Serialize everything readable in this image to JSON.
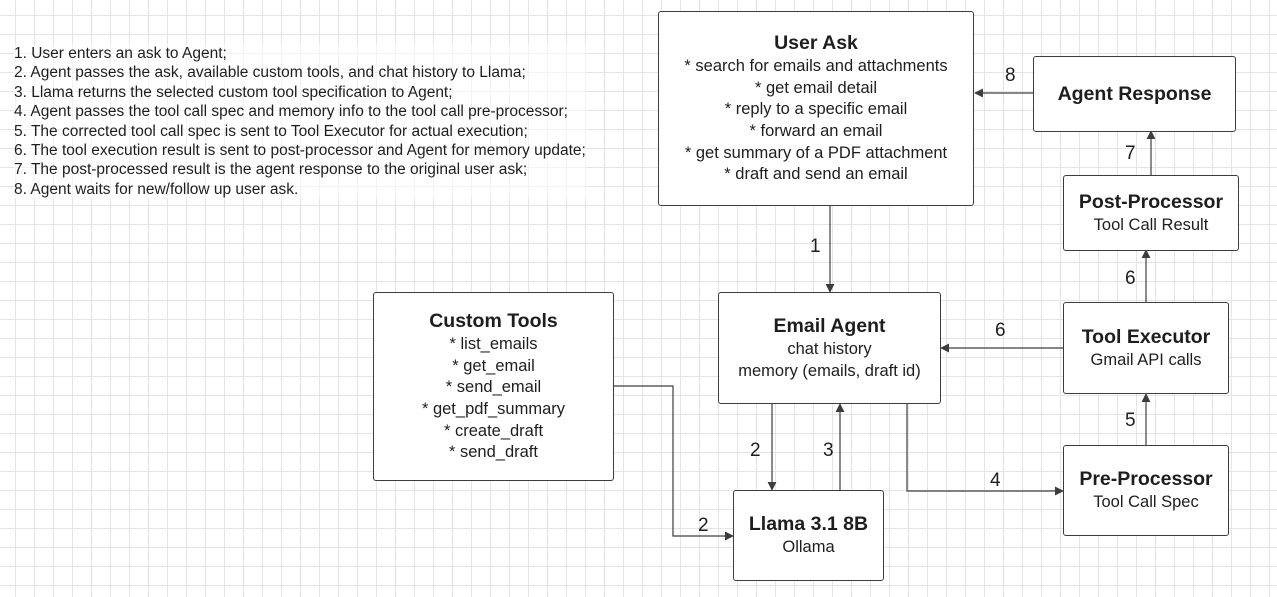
{
  "steps": [
    "1. User enters an ask to Agent;",
    "2. Agent passes the ask, available custom tools, and chat history to Llama;",
    "3. Llama returns the selected custom tool specification to Agent;",
    "4. Agent passes the tool call spec and memory info to the tool call pre-processor;",
    "5. The corrected tool call spec is sent to Tool Executor for actual execution;",
    "6. The tool execution result is sent to post-processor and Agent for memory update;",
    "7. The post-processed result is the agent response to the original user ask;",
    "8. Agent waits for new/follow up user ask."
  ],
  "user_ask": {
    "title": "User Ask",
    "lines": [
      "* search for emails and attachments",
      "* get email detail",
      "* reply to a specific email",
      "* forward an email",
      "* get summary of a PDF attachment",
      "* draft and send an email"
    ]
  },
  "agent_response": {
    "title": "Agent Response"
  },
  "post_processor": {
    "title": "Post-Processor",
    "subtitle": "Tool Call Result"
  },
  "tool_executor": {
    "title": "Tool Executor",
    "subtitle": "Gmail API calls"
  },
  "pre_processor": {
    "title": "Pre-Processor",
    "subtitle": "Tool Call Spec"
  },
  "email_agent": {
    "title": "Email Agent",
    "lines": [
      "chat history",
      "memory (emails, draft id)"
    ]
  },
  "custom_tools": {
    "title": "Custom Tools",
    "lines": [
      "* list_emails",
      "* get_email",
      "* send_email",
      "* get_pdf_summary",
      "* create_draft",
      "* send_draft"
    ]
  },
  "llama": {
    "title": "Llama 3.1 8B",
    "subtitle": "Ollama"
  },
  "edge_labels": {
    "user_to_agent": "1",
    "agent_to_llama": "2",
    "tools_to_llama": "2",
    "llama_to_agent": "3",
    "agent_to_pre": "4",
    "pre_to_exec": "5",
    "exec_to_agent": "6",
    "exec_to_post": "6",
    "post_to_response": "7",
    "response_to_user": "8"
  },
  "colors": {
    "line": "#3d3d3d",
    "grid": "#e4e4e4",
    "text": "#1e1e1e"
  }
}
